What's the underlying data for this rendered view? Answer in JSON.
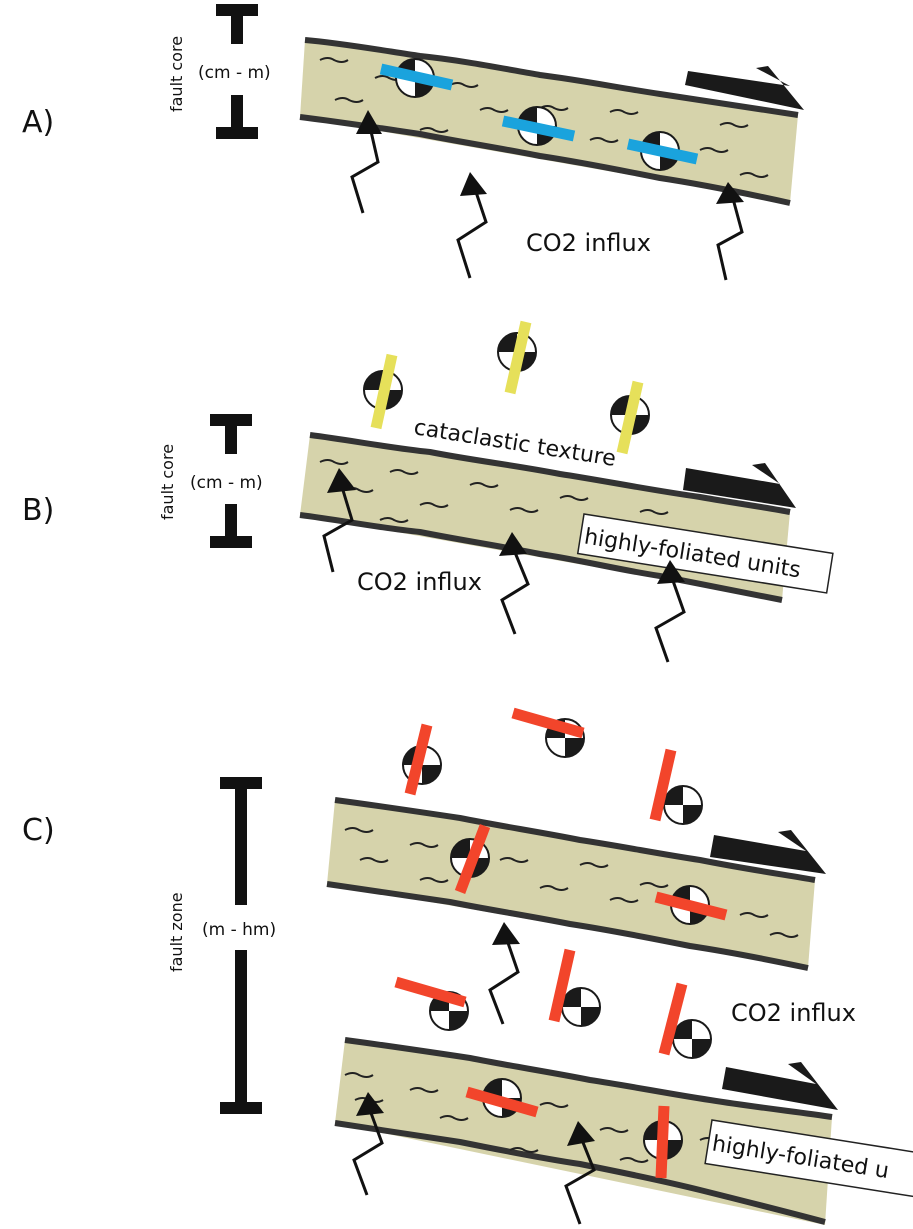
{
  "panels": {
    "a": {
      "letter": "A)",
      "scale_label": "fault core",
      "scale_range": "(cm - m)",
      "influx_label": "CO2 influx",
      "bar_color": "#1aa3dd"
    },
    "b": {
      "letter": "B)",
      "scale_label": "fault core",
      "scale_range": "(cm - m)",
      "texture_label": "cataclastic texture",
      "influx_label": "CO2 influx",
      "units_label": "highly-foliated units",
      "bar_color": "#e6e05a"
    },
    "c": {
      "letter": "C)",
      "scale_label": "fault zone",
      "scale_range": "(m - hm)",
      "influx_label": "CO2 influx",
      "units_label": "highly-foliated u",
      "bar_color": "#f2452b"
    }
  },
  "colors": {
    "fault_fill": "#d6d3ab",
    "outline": "#1a1a1a"
  },
  "icons": {
    "beachball": "focal-mechanism-beachball-icon",
    "fluid_arrow": "zigzag-arrow-icon",
    "shear_arrow": "half-arrow-icon"
  }
}
